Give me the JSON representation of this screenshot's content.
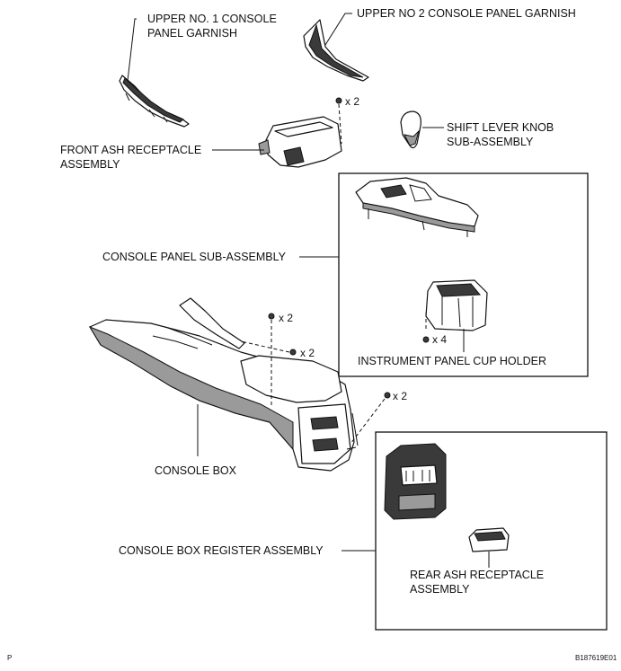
{
  "labels": {
    "upper_no1_line1": "UPPER NO. 1 CONSOLE",
    "upper_no1_line2": "PANEL GARNISH",
    "upper_no2": "UPPER NO  2 CONSOLE PANEL GARNISH",
    "shift_knob_line1": "SHIFT LEVER KNOB",
    "shift_knob_line2": "SUB-ASSEMBLY",
    "front_ash_line1": "FRONT ASH RECEPTACLE",
    "front_ash_line2": "ASSEMBLY",
    "console_panel": "CONSOLE PANEL SUB-ASSEMBLY",
    "cup_holder": "INSTRUMENT PANEL CUP HOLDER",
    "console_box": "CONSOLE BOX",
    "register": "CONSOLE BOX REGISTER ASSEMBLY",
    "rear_ash_line1": "REAR ASH RECEPTACLE",
    "rear_ash_line2": "ASSEMBLY"
  },
  "quantities": {
    "front_ash_screws": "x 2",
    "cup_holder_screws": "x 4",
    "box_screws_upper": "x 2",
    "box_screws_clip": "x 2",
    "box_screws_side": "x 2"
  },
  "footer": {
    "left_mark": "P",
    "figure_id": "B187619E01"
  }
}
